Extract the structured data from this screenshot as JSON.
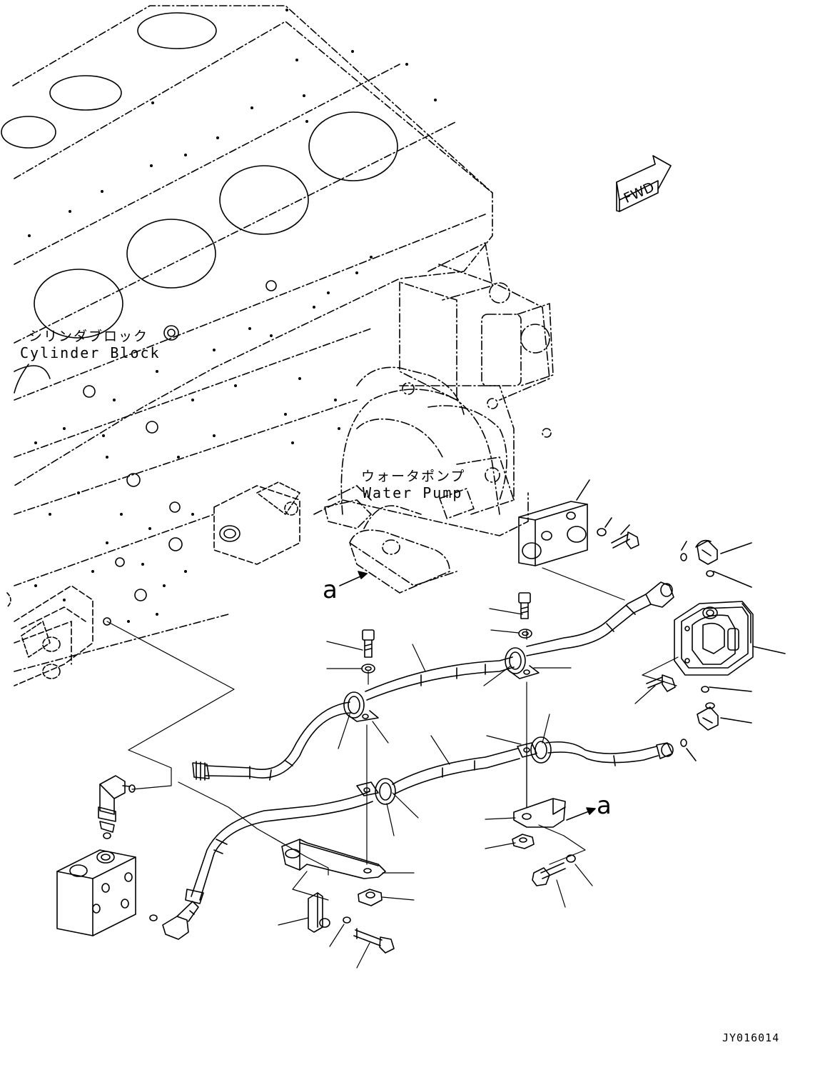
{
  "labels": {
    "cylinder_block_jp": "シリンダブロック",
    "cylinder_block_en": "Cylinder Block",
    "water_pump_jp": "ウォータポンプ",
    "water_pump_en": "Water Pump",
    "view_a_source": "a",
    "view_a_target": "a",
    "forward_arrow": "FWD",
    "drawing_code": "JY016014"
  },
  "colors": {
    "line": "#000000",
    "background": "#ffffff"
  }
}
